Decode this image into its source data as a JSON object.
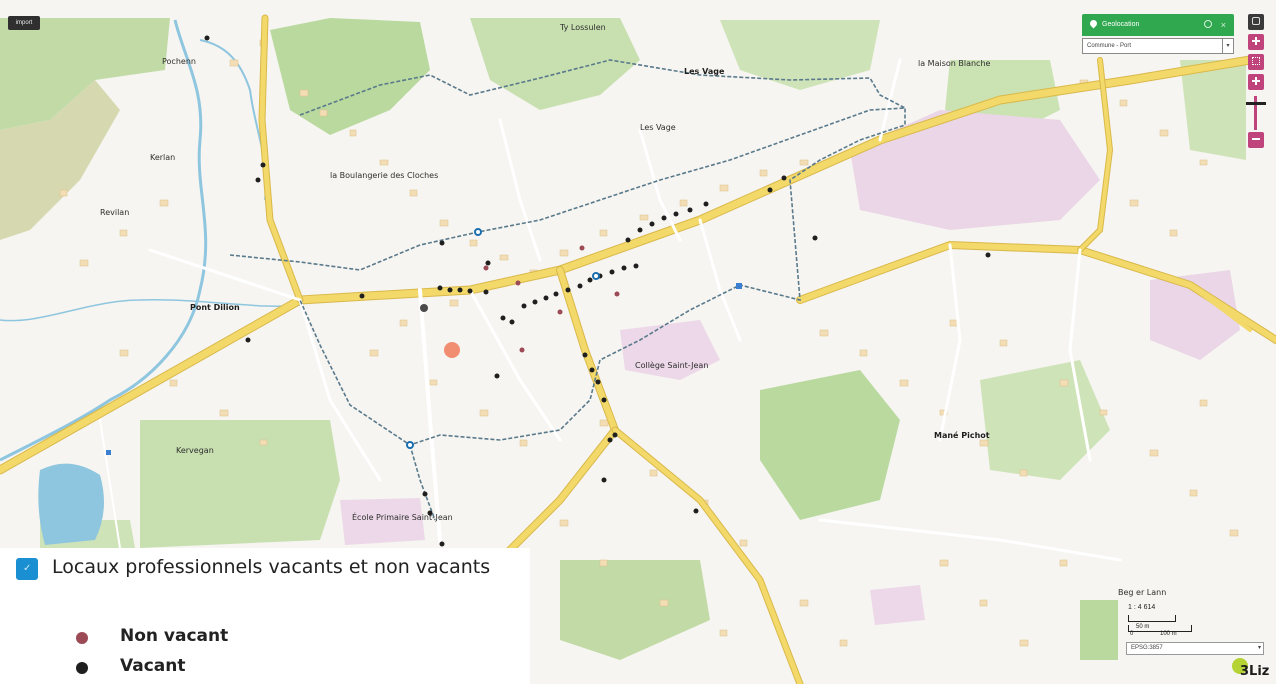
{
  "map": {
    "places": [
      {
        "id": "pochenn",
        "label": "Pochenn",
        "bold": false
      },
      {
        "id": "ty-lossulen",
        "label": "Ty Lossulen",
        "bold": false
      },
      {
        "id": "les-vage",
        "label": "Les Vage",
        "bold": true
      },
      {
        "id": "la-maison-blanche",
        "label": "la Maison Blanche",
        "bold": false
      },
      {
        "id": "les-vage-2",
        "label": "Les Vage",
        "bold": false
      },
      {
        "id": "kerlan",
        "label": "Kerlan",
        "bold": false
      },
      {
        "id": "revilan",
        "label": "Revilan",
        "bold": false
      },
      {
        "id": "la-boulangerie",
        "label": "la Boulangerie des Cloches",
        "bold": false
      },
      {
        "id": "pont-dilion",
        "label": "Pont Dilion",
        "bold": true
      },
      {
        "id": "kervegan",
        "label": "Kervegan",
        "bold": false
      },
      {
        "id": "mane-pichot",
        "label": "Mané Pichot",
        "bold": true
      },
      {
        "id": "beg-er-lann",
        "label": "Beg er Lann",
        "bold": false
      },
      {
        "id": "college-saint-jean",
        "label": "Collège Saint-Jean",
        "bold": false
      },
      {
        "id": "ecole-primaire",
        "label": "École Primaire Saint-Jean",
        "bold": false
      }
    ]
  },
  "ui": {
    "import_label": "import",
    "geolocation_label": "Geolocation",
    "commune_select": "Commune - Port",
    "close_symbol": "×",
    "caret_symbol": "▾"
  },
  "legend": {
    "layer_title": "Locaux professionnels vacants et non vacants",
    "check_symbol": "✓",
    "items": [
      {
        "label": "Non vacant",
        "color": "#9c4a55"
      },
      {
        "label": "Vacant",
        "color": "#1f1f1f"
      }
    ]
  },
  "scale": {
    "ratio": "1 : 4 614",
    "bar_label": "50 m",
    "bar_label_2": "100 m",
    "zero": "0",
    "projection": "EPSG:3857",
    "provider": "3Liz"
  },
  "colors": {
    "water": "#8fc6df",
    "forest": "#b9d99e",
    "road_major": "#f2d96a",
    "boundary": "#5a7a8c",
    "point_vacant": "#1f1f1f",
    "point_non_vacant": "#9c4a55",
    "geolocation_bg": "#2fa84f",
    "tool_pink": "#c0447c",
    "lizmap_brand": "#b5d334"
  }
}
